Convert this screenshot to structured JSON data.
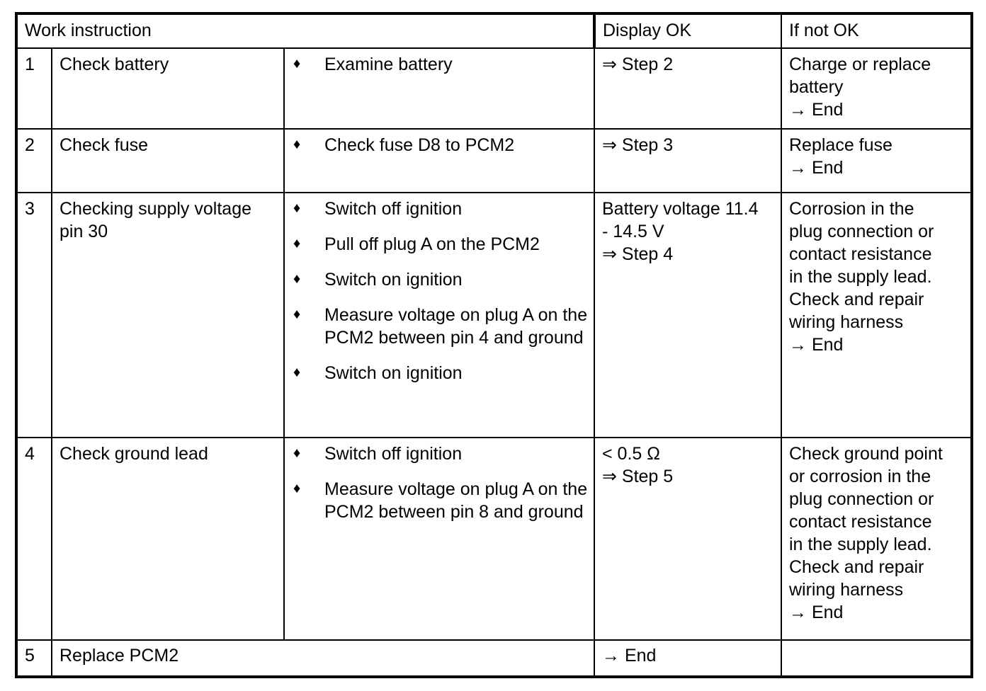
{
  "document": {
    "kind": "work-instruction-table",
    "background_color": "#ffffff",
    "text_color": "#000000"
  },
  "table": {
    "headers": {
      "work_instruction": "Work instruction",
      "display_ok": "Display OK",
      "if_not_ok": "If not OK"
    },
    "bullet_glyph": "♦",
    "arrow_double": "⇒",
    "arrow_single": "→",
    "ohm_symbol": "Ω",
    "rows": [
      {
        "number": "1",
        "task": "Check battery",
        "steps": [
          "Examine battery"
        ],
        "display_ok": [
          "⇒ Step 2"
        ],
        "if_not_ok": [
          "Charge or replace",
          "battery",
          "→ End"
        ]
      },
      {
        "number": "2",
        "task": "Check fuse",
        "steps": [
          "Check fuse D8 to PCM2"
        ],
        "display_ok": [
          "⇒ Step 3"
        ],
        "if_not_ok": [
          "Replace fuse",
          "→ End"
        ]
      },
      {
        "number": "3",
        "task_line1": "Checking supply voltage",
        "task_line2": "pin 30",
        "steps": [
          "Switch off ignition",
          "Pull off plug A on the PCM2",
          "Switch on ignition",
          "Measure voltage on plug A on the PCM2 between pin 4 and ground",
          "Switch on ignition"
        ],
        "display_ok": [
          "Battery voltage 11.4",
          "- 14.5 V",
          "⇒ Step 4"
        ],
        "if_not_ok": [
          "Corrosion in the",
          "plug connection or",
          "contact resistance",
          "in the supply lead.",
          "Check and repair",
          "wiring harness",
          "→ End"
        ]
      },
      {
        "number": "4",
        "task": "Check ground lead",
        "steps": [
          "Switch off ignition",
          "Measure voltage on plug A on the PCM2 between pin 8 and ground"
        ],
        "display_ok": [
          "< 0.5 Ω",
          "⇒ Step 5"
        ],
        "if_not_ok": [
          "Check ground point",
          "or corrosion in the",
          "plug connection or",
          "contact resistance",
          "in the supply lead.",
          "Check and repair",
          "wiring harness",
          "→ End"
        ]
      },
      {
        "number": "5",
        "task": "Replace PCM2",
        "steps": [],
        "display_ok": [
          "→ End"
        ],
        "if_not_ok": []
      }
    ]
  }
}
